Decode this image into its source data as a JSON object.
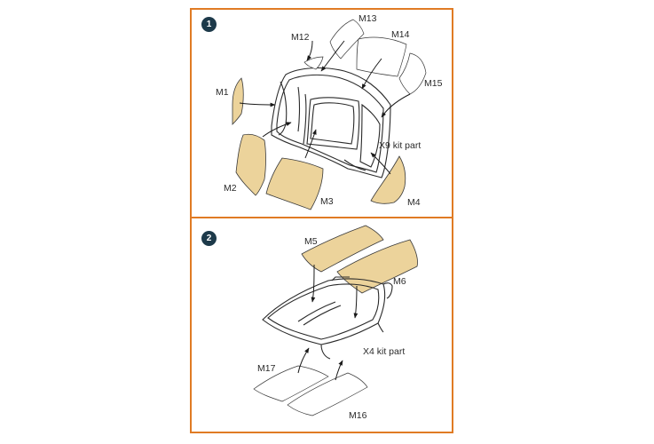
{
  "colors": {
    "panel_border": "#e07b24",
    "badge_fill": "#1d3a4a",
    "mask_fill": "#ecd39b",
    "line": "#2a2a2a"
  },
  "step1": {
    "number": "1",
    "labels": {
      "m1": "M1",
      "m2": "M2",
      "m3": "M3",
      "m4": "M4",
      "m12": "M12",
      "m13": "M13",
      "m14": "M14",
      "m15": "M15"
    },
    "kit_part": "X9 kit part"
  },
  "step2": {
    "number": "2",
    "labels": {
      "m5": "M5",
      "m6": "M6",
      "m16": "M16",
      "m17": "M17"
    },
    "kit_part": "X4 kit part"
  }
}
